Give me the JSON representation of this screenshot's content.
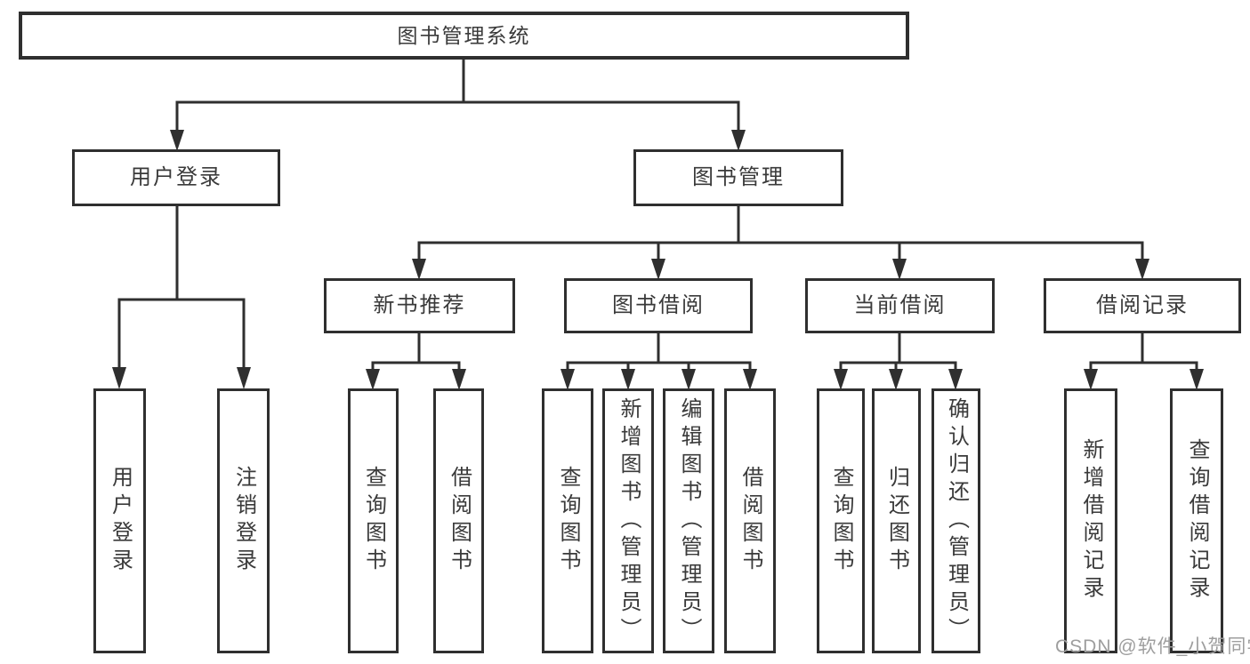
{
  "diagram": {
    "title": "图书管理系统",
    "nodes": {
      "root": {
        "label": "图书管理系统"
      },
      "user_login": {
        "label": "用户登录"
      },
      "book_mgmt": {
        "label": "图书管理"
      },
      "new_books": {
        "label": "新书推荐"
      },
      "book_borrow": {
        "label": "图书借阅"
      },
      "current_borrow": {
        "label": "当前借阅"
      },
      "borrow_records": {
        "label": "借阅记录"
      },
      "leaf_user_login": {
        "label": "用户登录"
      },
      "leaf_logout": {
        "label": "注销登录"
      },
      "leaf_nb_search": {
        "label": "查询图书"
      },
      "leaf_nb_borrow": {
        "label": "借阅图书"
      },
      "leaf_bb_search": {
        "label": "查询图书"
      },
      "leaf_bb_add": {
        "label": "新增图书（管理员）"
      },
      "leaf_bb_edit": {
        "label": "编辑图书（管理员）"
      },
      "leaf_bb_borrow": {
        "label": "借阅图书"
      },
      "leaf_cb_search": {
        "label": "查询图书"
      },
      "leaf_cb_return": {
        "label": "归还图书"
      },
      "leaf_cb_confirm": {
        "label": "确认归还（管理员）"
      },
      "leaf_br_add": {
        "label": "新增借阅记录"
      },
      "leaf_br_search": {
        "label": "查询借阅记录"
      }
    },
    "hierarchy": {
      "图书管理系统": {
        "用户登录": [
          "用户登录",
          "注销登录"
        ],
        "图书管理": {
          "新书推荐": [
            "查询图书",
            "借阅图书"
          ],
          "图书借阅": [
            "查询图书",
            "新增图书（管理员）",
            "编辑图书（管理员）",
            "借阅图书"
          ],
          "当前借阅": [
            "查询图书",
            "归还图书",
            "确认归还（管理员）"
          ],
          "借阅记录": [
            "新增借阅记录",
            "查询借阅记录"
          ]
        }
      }
    }
  },
  "watermark": {
    "text": "CSDN @软件_小贺同学"
  },
  "colors": {
    "line": "#2f2f2f",
    "box_border": "#2f2f2f",
    "text": "#3a3a3a",
    "background": "#ffffff",
    "watermark": "#9e9e9e"
  }
}
